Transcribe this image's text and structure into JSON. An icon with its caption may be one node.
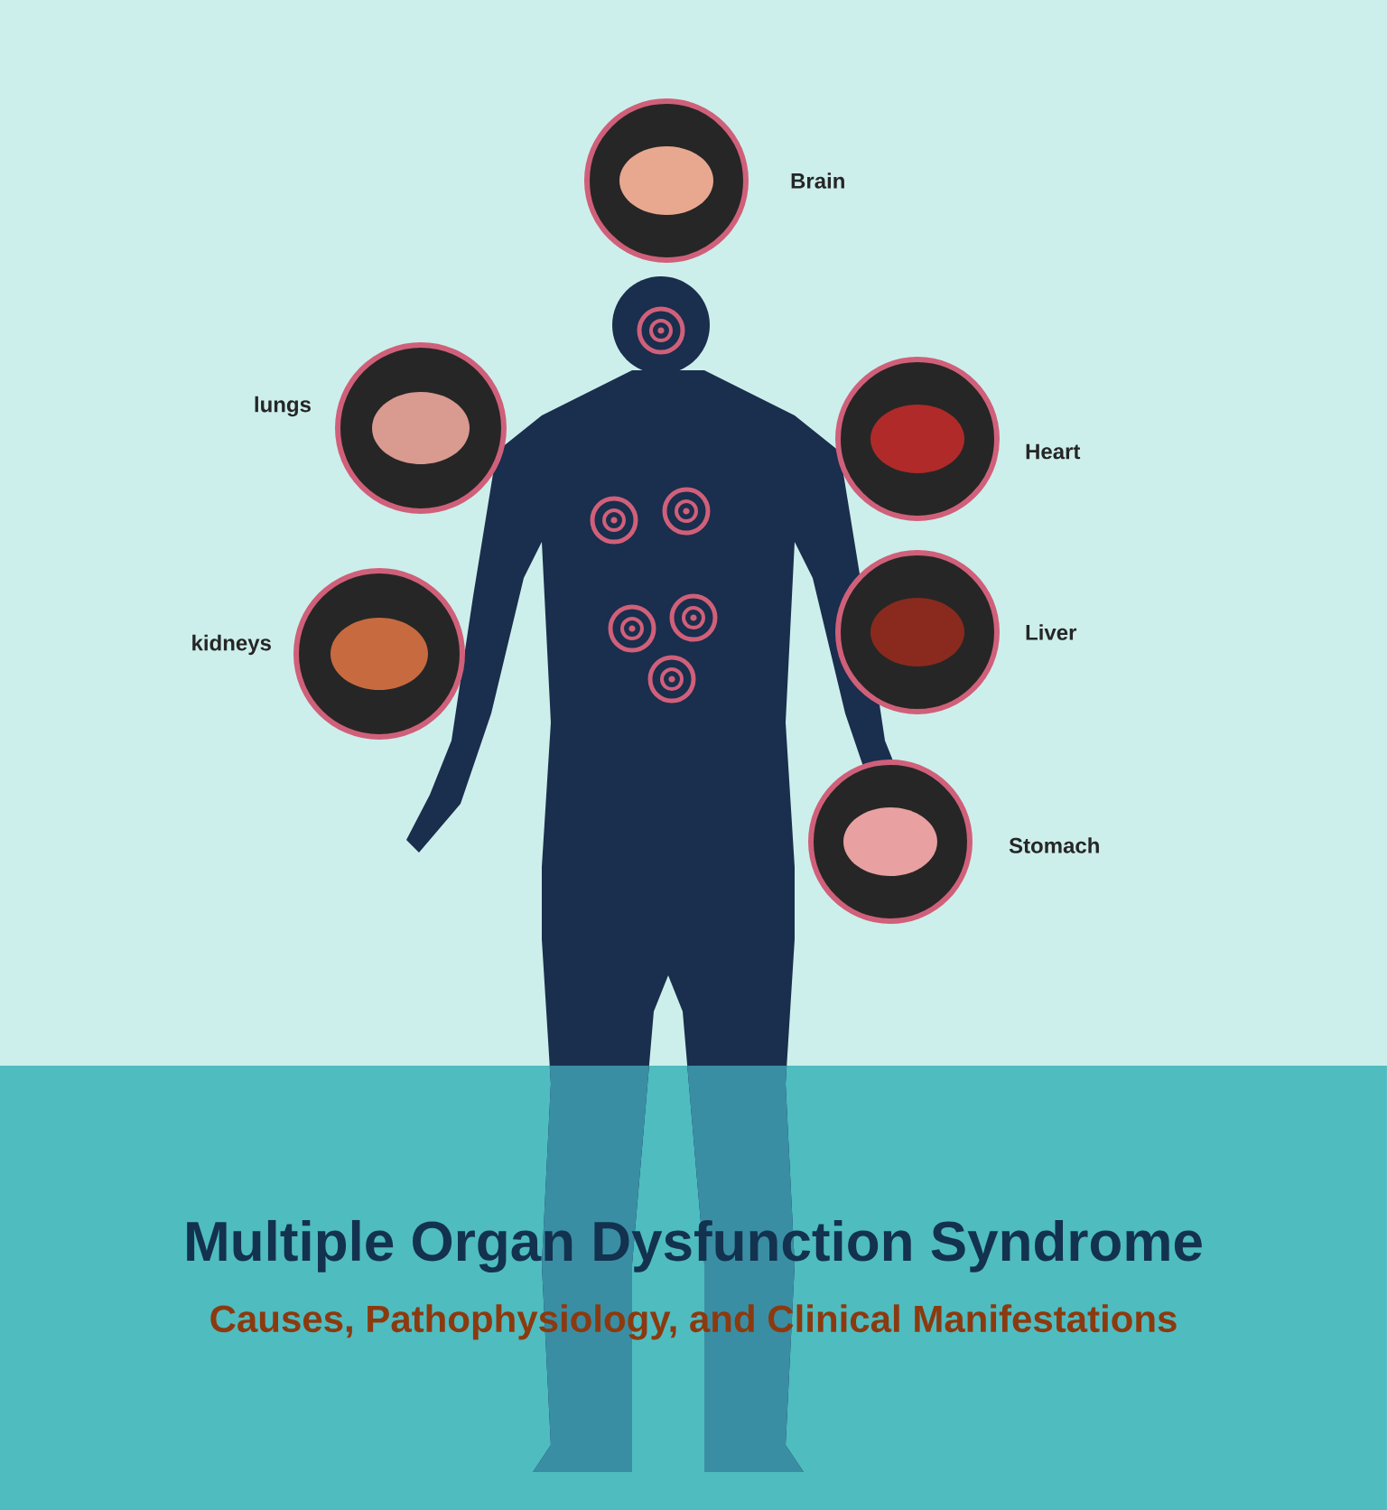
{
  "diagram": {
    "title": "Multiple Organ Dysfunction Syndrome",
    "nodes": [
      {
        "text": [],
        "shape": "picture",
        "beside": [
          "Brain"
        ]
      },
      {
        "text": [],
        "shape": "picture",
        "beside": [
          "lungs"
        ]
      },
      {
        "text": [],
        "shape": "picture",
        "beside": [
          "Heart"
        ]
      },
      {
        "text": [],
        "shape": "picture",
        "beside": [
          "kidneys"
        ]
      },
      {
        "text": [],
        "shape": "picture",
        "beside": [
          "Liver"
        ]
      },
      {
        "text": [],
        "shape": "picture",
        "beside": [
          "Stomach"
        ]
      }
    ],
    "labels": [
      "Causes, Pathophysiology, and Clinical Manifestations"
    ]
  }
}
